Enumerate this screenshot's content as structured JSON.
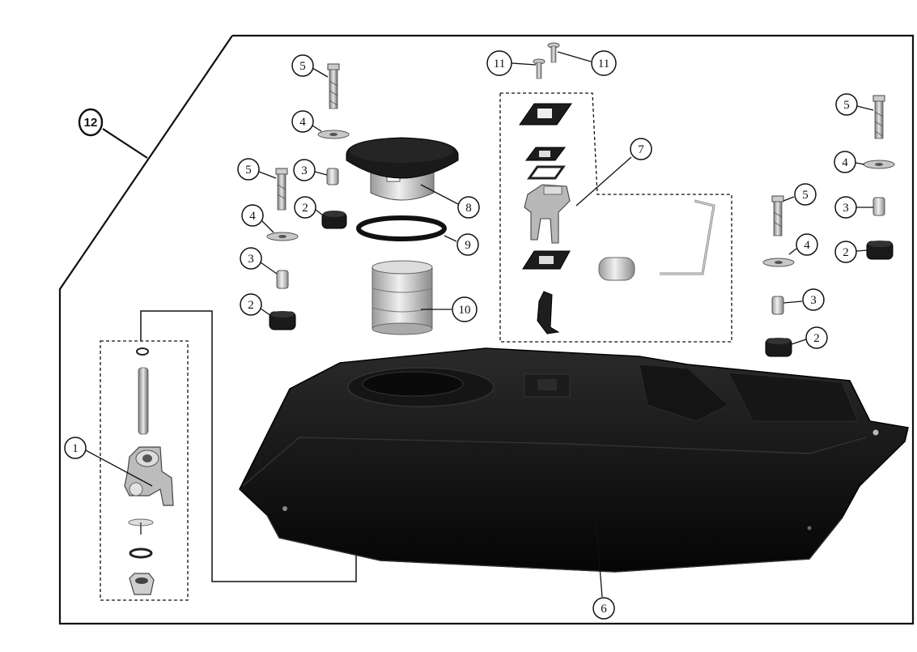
{
  "diagram": {
    "callouts": {
      "c1": "1",
      "c2a": "2",
      "c2b": "2",
      "c2c": "2",
      "c2d": "2",
      "c3a": "3",
      "c3b": "3",
      "c3c": "3",
      "c3d": "3",
      "c4a": "4",
      "c4b": "4",
      "c4c": "4",
      "c4d": "4",
      "c5a": "5",
      "c5b": "5",
      "c5c": "5",
      "c5d": "5",
      "c6": "6",
      "c7": "7",
      "c8": "8",
      "c9": "9",
      "c10": "10",
      "c11a": "11",
      "c11b": "11",
      "c12": "12"
    },
    "colors": {
      "line": "#111111",
      "tank": "#0c0c0c",
      "part_dark": "#1a1a1a",
      "part_light": "#c9c9c9",
      "part_mid": "#8a8a8a"
    }
  }
}
